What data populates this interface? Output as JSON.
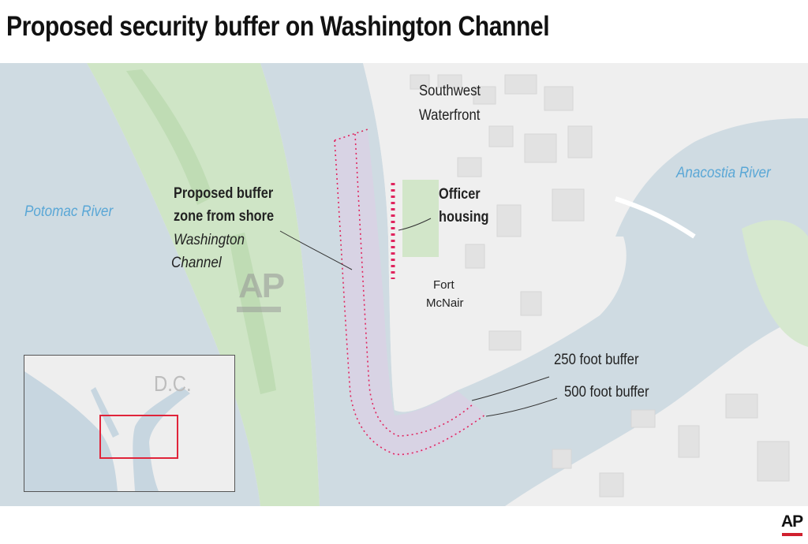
{
  "title": "Proposed security buffer on Washington Channel",
  "labels": {
    "potomac": "Potomac River",
    "anacostia": "Anacostia River",
    "southwest": "Southwest",
    "waterfront": "Waterfront",
    "officer": "Officer",
    "housing": "housing",
    "fort": "Fort",
    "mcnair": "McNair",
    "proposed_line1": "Proposed buffer",
    "proposed_line2": "zone from shore",
    "channel_line1": "Washington",
    "channel_line2": "Channel",
    "buffer_250": "250 foot buffer",
    "buffer_500": "500 foot buffer"
  },
  "inset": {
    "label": "D.C."
  },
  "watermark": "AP",
  "logo": "AP",
  "colors": {
    "water": "#cfdbe2",
    "land": "#efefef",
    "park": "#cfe5c6",
    "buffer_zone": "#d8d3e4",
    "buffer_dots": "#e0245e",
    "river_label": "#5aa7d6",
    "inset_frame": "#e0243a"
  }
}
